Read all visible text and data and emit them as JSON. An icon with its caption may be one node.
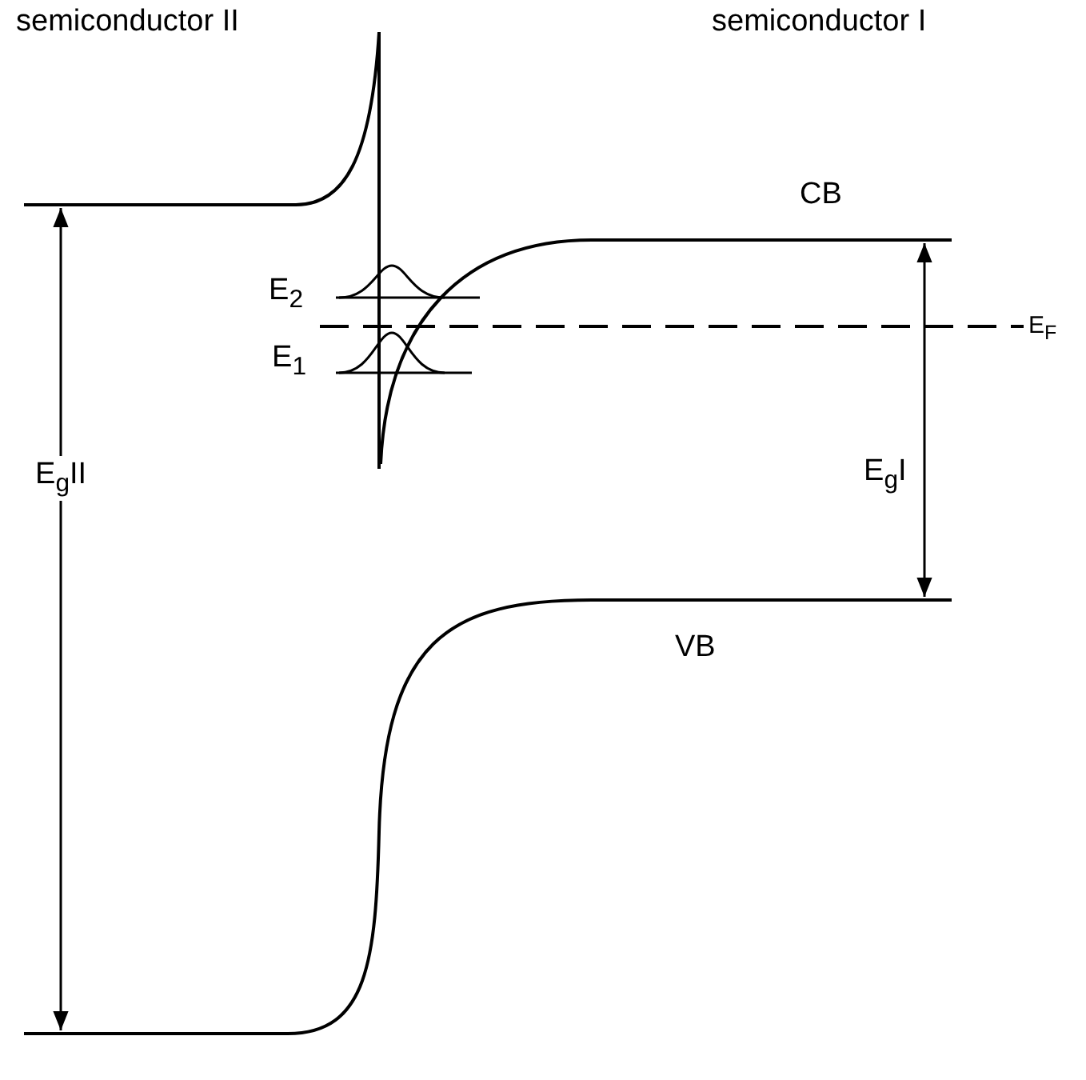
{
  "diagram": {
    "labels": [
      "semiconductor II",
      "semiconductor I",
      "CB",
      "E$_{2}$",
      "E$_{1}$",
      "E$_{F}$",
      "E$_{g}$II",
      "E$_{g}$I",
      "VB"
    ]
  }
}
